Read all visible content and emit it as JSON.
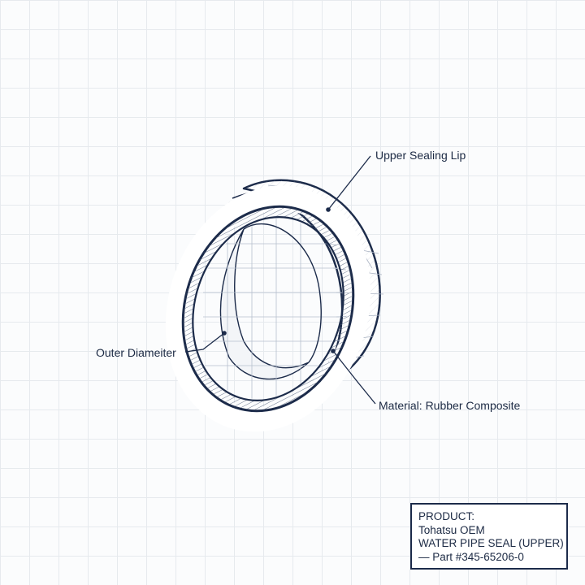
{
  "callouts": {
    "upper_sealing_lip": "Upper Sealing Lip",
    "outer_diameter": "Outer Diameiter",
    "material": "Material: Rubber Composite"
  },
  "title_block": {
    "line1": "PRODUCT:",
    "line2": "Tohatsu OEM",
    "line3": "WATER PIPE SEAL (UPPER)",
    "line4": "— Part #345-65206-0"
  },
  "colors": {
    "ink": "#1c2b4a",
    "hatch": "#6b7890",
    "grid": "#e6eaee",
    "background": "#fbfcfd"
  }
}
